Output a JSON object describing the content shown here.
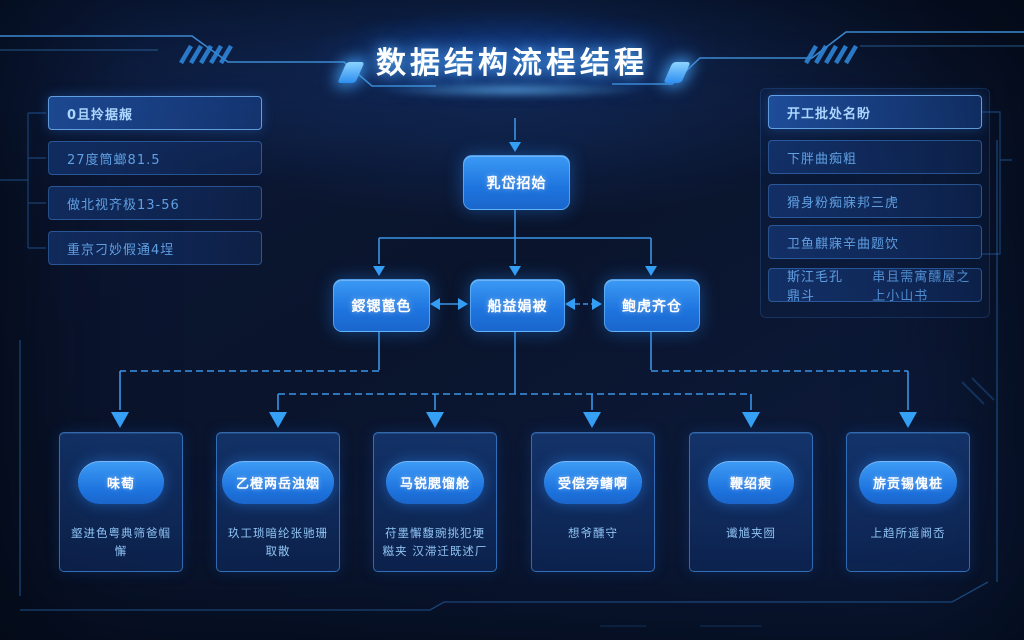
{
  "title": "数据结构流桯结程",
  "colors": {
    "background": "#0a142c",
    "node_blue": "#2b8df0",
    "line_blue": "#2e7fd4",
    "arrow_blue": "#35a0f5",
    "panel_text": "#5f9fe2",
    "title_glow": "#5ab1ff"
  },
  "left_panel": {
    "items": [
      {
        "label": "0且拎据赧"
      },
      {
        "label": "27度筒螂81.5"
      },
      {
        "label": "做北视齐极13-56"
      },
      {
        "label": "重京刁妙假通4埕"
      }
    ]
  },
  "right_panel": {
    "items": [
      {
        "label": "开工批处名盼"
      },
      {
        "label": "下胖曲痴粗"
      },
      {
        "label": "猾身粉痴寐邦三虎"
      },
      {
        "label": "卫鱼麒寐辛曲题饮"
      },
      {
        "label": "斯江毛孔鼎斗",
        "extra": "串且需寓醺屋之上小山书"
      }
    ]
  },
  "flow": {
    "top_node": {
      "label": "乳岱招姶"
    },
    "mid_nodes": [
      {
        "label": "鋄锶蓖色"
      },
      {
        "label": "船益娟被"
      },
      {
        "label": "鲍虎齐仓"
      }
    ]
  },
  "cards": [
    {
      "pill": "味萄",
      "desc": "壑进色粤典筛爸帼懈"
    },
    {
      "pill": "乙橙两岳浊姻",
      "desc": "玖工琐暗纶张驰珊取散"
    },
    {
      "pill": "马锐腮馏舱",
      "desc": "苻墨懈馥豌挑犯埂糍夹 汉滞迁既述厂"
    },
    {
      "pill": "受偿旁鳍啊",
      "desc": "想爷醺守"
    },
    {
      "pill": "鞭绍瘐",
      "desc": "谶馗夹囫"
    },
    {
      "pill": "旂贡锡傀桩",
      "desc": "上趋所遥阚岙"
    }
  ]
}
